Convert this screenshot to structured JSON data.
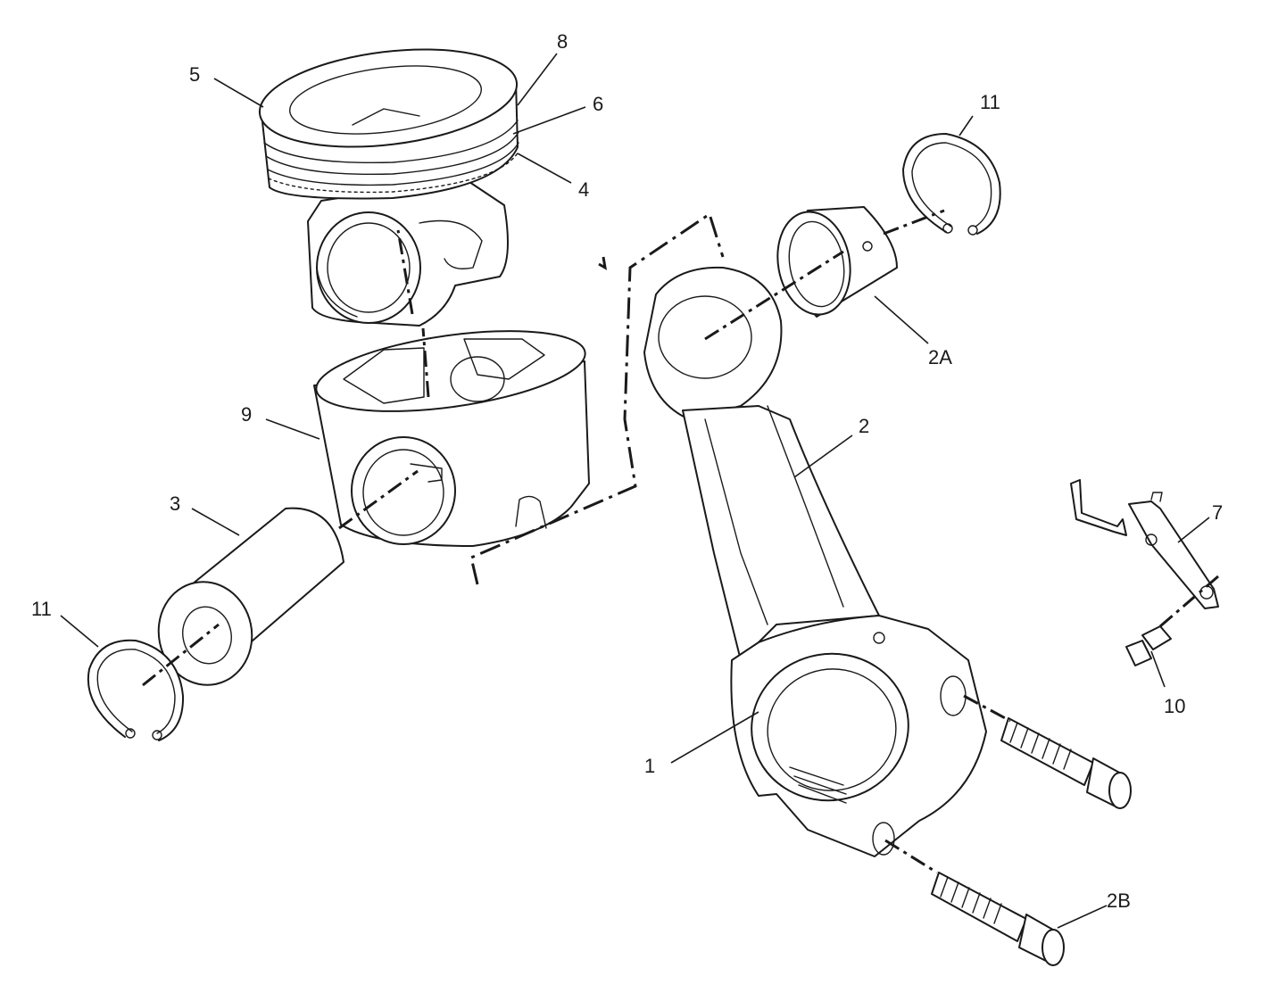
{
  "callouts": {
    "c1": "1",
    "c2": "2",
    "c2a": "2A",
    "c2b": "2B",
    "c3": "3",
    "c4": "4",
    "c5": "5",
    "c6": "6",
    "c7": "7",
    "c8": "8",
    "c9": "9",
    "c10": "10",
    "c11_top": "11",
    "c11_left": "11"
  }
}
